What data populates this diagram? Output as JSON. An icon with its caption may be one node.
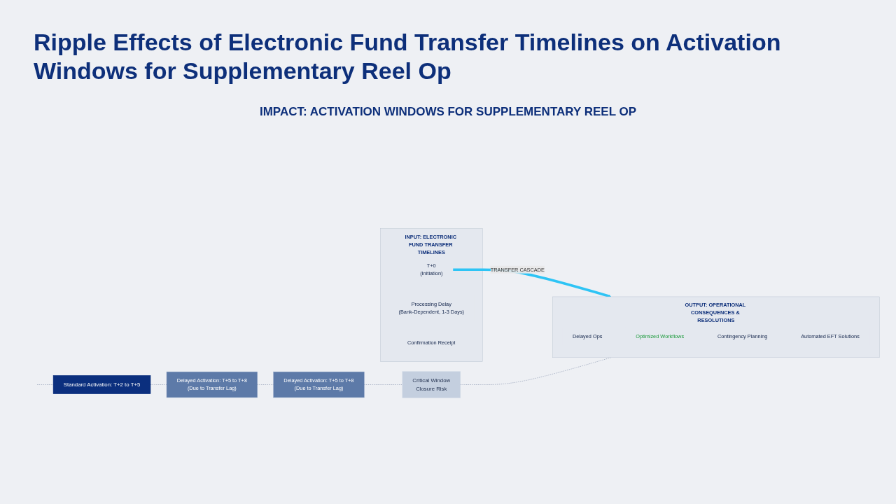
{
  "diagram": {
    "title": "Ripple Effects of Electronic Fund Transfer Timelines on Activation Windows for Supplementary Reel Op",
    "nodes": [
      {
        "text": [
          "INPUT: ELECTRONIC FUND TRANSFER TIMELINES"
        ]
      },
      {
        "text": [
          "T+0",
          "(Initiation)"
        ],
        "in": 0
      },
      {
        "text": [
          "Processing Delay",
          "(Bank-Dependent, 1-3 Days)"
        ],
        "in": 0
      },
      {
        "text": [
          "Confirmation Receipt"
        ],
        "in": 0
      },
      {
        "text": [
          "Standard Activation: T+2 to T+5"
        ]
      },
      {
        "text": [
          "Delayed Activation: T+5 to T+8",
          "(Due to Transfer Lag)"
        ]
      },
      {
        "text": [
          "Delayed Activation: T+5 to T+8",
          "(Due to Transfer Lag)"
        ]
      },
      {
        "text": [
          "Critical Window",
          "Closure Risk"
        ]
      },
      {
        "text": [
          "OUTPUT: OPERATIONAL CONSEQUENCES & RESOLUTIONS"
        ]
      },
      {
        "text": [
          "Delayed Ops"
        ],
        "in": 8
      },
      {
        "text": [
          "Optimized Workflows"
        ],
        "in": 8
      },
      {
        "text": [
          "Contingency Planning"
        ],
        "in": 8
      },
      {
        "text": [
          "Automated EFT Solutions"
        ],
        "in": 8
      }
    ],
    "edges": [
      {
        "from": 1,
        "to": 8,
        "arrow": "to",
        "label": "TRANSFER CASCADE",
        "style": "thick",
        "color": "#2ec4f5"
      },
      {
        "from": null,
        "to": 4,
        "arrow": "none",
        "style": "dashed"
      },
      {
        "from": 4,
        "to": 5,
        "arrow": "none",
        "style": "dashed"
      },
      {
        "from": 5,
        "to": 6,
        "arrow": "none",
        "style": "dashed"
      },
      {
        "from": 6,
        "to": 7,
        "arrow": "none",
        "style": "dashed"
      },
      {
        "from": 7,
        "to": 8,
        "arrow": "none",
        "style": "dashed"
      }
    ],
    "labels": [
      "IMPACT: ACTIVATION WINDOWS FOR SUPPLEMENTARY REEL OP"
    ]
  }
}
